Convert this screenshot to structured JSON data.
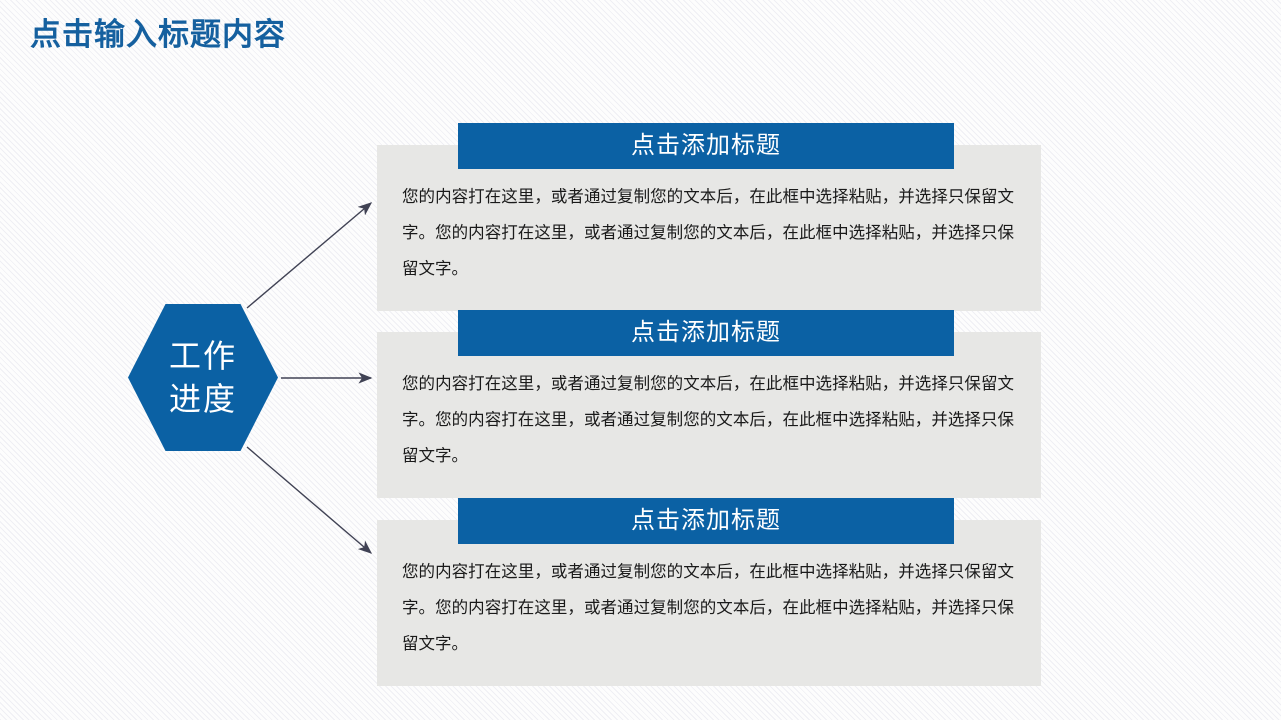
{
  "slide": {
    "title": "点击输入标题内容",
    "accent_color": "#0b61a4",
    "title_color": "#15609f",
    "card_bg_color": "#e7e7e5",
    "background_color": "#fdfdfd"
  },
  "hexagon": {
    "line1": "工作",
    "line2": "进度",
    "fill": "#0b61a4",
    "text_color": "#ffffff"
  },
  "cards": [
    {
      "header": "点击添加标题",
      "body": "您的内容打在这里，或者通过复制您的文本后，在此框中选择粘贴，并选择只保留文字。您的内容打在这里，或者通过复制您的文本后，在此框中选择粘贴，并选择只保留文字。"
    },
    {
      "header": "点击添加标题",
      "body": "您的内容打在这里，或者通过复制您的文本后，在此框中选择粘贴，并选择只保留文字。您的内容打在这里，或者通过复制您的文本后，在此框中选择粘贴，并选择只保留文字。"
    },
    {
      "header": "点击添加标题",
      "body": "您的内容打在这里，或者通过复制您的文本后，在此框中选择粘贴，并选择只保留文字。您的内容打在这里，或者通过复制您的文本后，在此框中选择粘贴，并选择只保留文字。"
    }
  ],
  "connectors": {
    "color": "#404254",
    "count": 3
  }
}
